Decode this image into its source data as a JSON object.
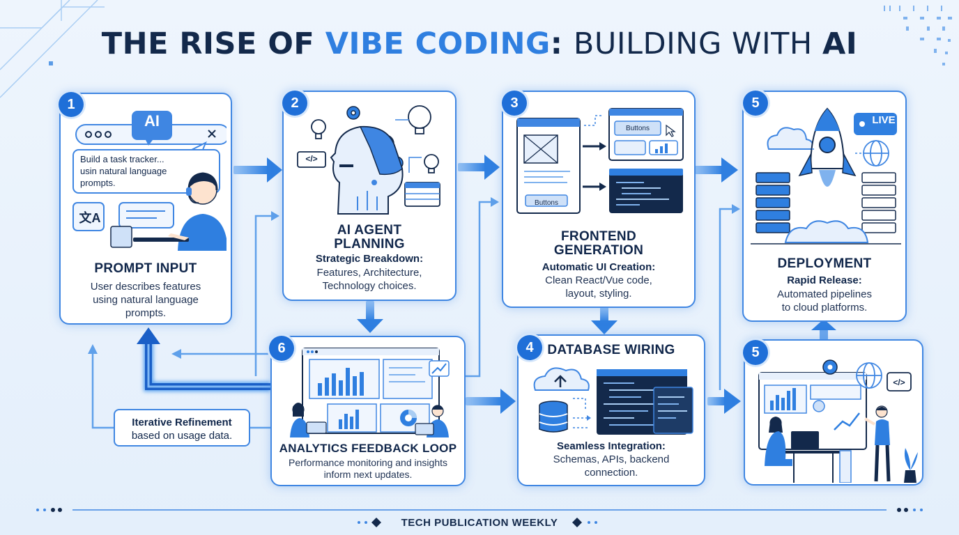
{
  "title": {
    "part1": "THE RISE OF ",
    "part2": "VIBE CODING",
    "part3": ": ",
    "part4": "BUILDING WITH ",
    "part5": "AI"
  },
  "cards": {
    "prompt": {
      "number": "1",
      "ai_label": "AI",
      "chat_text_1": "Build a task tracker...",
      "chat_text_2": "usin natural language",
      "chat_text_3": "prompts.",
      "translate_glyph": "文A",
      "title": "PROMPT INPUT",
      "body_1": "User describes features",
      "body_2": "using natural language",
      "body_3": "prompts."
    },
    "planning": {
      "number": "2",
      "code_tag": "</>",
      "title_1": "AI AGENT",
      "title_2": "PLANNING",
      "subtitle": "Strategic Breakdown:",
      "body_1": "Features, Architecture,",
      "body_2": "Technology choices."
    },
    "frontend": {
      "number": "3",
      "buttons_label_1": "Buttons",
      "buttons_label_2": "Buttons",
      "title_1": "FRONTEND",
      "title_2": "GENERATION",
      "subtitle": "Automatic UI Creation:",
      "body_1": "Clean React/Vue code,",
      "body_2": "layout, styling."
    },
    "deployment": {
      "number": "5",
      "live_label": "LIVE",
      "title": "DEPLOYMENT",
      "subtitle": "Rapid Release:",
      "body_1": "Automated pipelines",
      "body_2": "to cloud platforms."
    },
    "analytics": {
      "number": "6",
      "title": "ANALYTICS FEEDBACK LOOP",
      "body_1": "Performance monitoring and insights",
      "body_2": "inform next updates."
    },
    "database": {
      "number": "4",
      "title": "DATABASE WIRING",
      "subtitle": "Seamless Integration:",
      "body_1": "Schemas, APIs, backend",
      "body_2": "connection."
    },
    "team": {
      "number": "5",
      "code_tag": "</>"
    }
  },
  "refinement": {
    "line_1": "Iterative Refinement",
    "line_2": "based on usage data."
  },
  "footer": {
    "publication": "TECH PUBLICATION WEEKLY"
  },
  "colors": {
    "accent": "#2f7fe0",
    "navy": "#13294b",
    "card_border": "#3f86e2",
    "badge": "#1f6fd8",
    "background": "#eaf3fc"
  },
  "icons": [
    "translate-icon",
    "headset-person-icon",
    "robot-head-icon",
    "lightbulb-icon",
    "gear-icon",
    "wireframe-icon",
    "cursor-icon",
    "code-window-icon",
    "cloud-icon",
    "rocket-icon",
    "globe-icon",
    "server-rack-icon",
    "database-icon",
    "bar-chart-icon",
    "pie-chart-icon",
    "person-laptop-icon",
    "plant-icon"
  ]
}
